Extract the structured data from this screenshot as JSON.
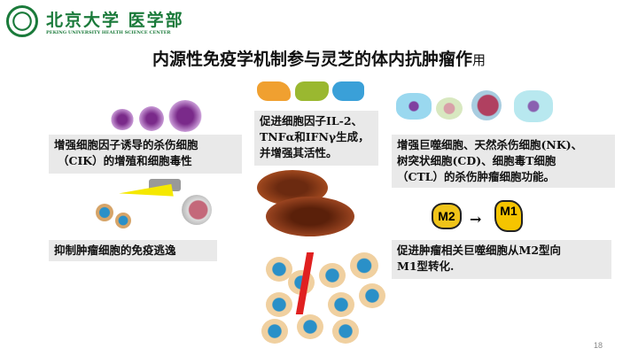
{
  "logo": {
    "cn": "北京大学 医学部",
    "en": "PEKING UNIVERSITY HEALTH SCIENCE CENTER"
  },
  "title": {
    "main": "内源性免疫学机制参与灵芝的体内抗肿瘤作",
    "tail": "用"
  },
  "boxes": {
    "cik": [
      "增强细胞因子诱导的杀伤细胞",
      "（CIK）的增殖和细胞毒性"
    ],
    "escape": "抑制肿瘤细胞的免疫逃逸",
    "cytokine": [
      "促进细胞因子IL-2、",
      "TNFα和IFNγ生成，",
      "并增强其活性。"
    ],
    "killer": [
      "增强巨噬细胞、天然杀伤细胞(NK)、",
      "树突状细胞(CD)、细胞毒T细胞",
      "（CTL）的杀伤肿瘤细胞功能。"
    ],
    "macrophage": [
      "促进肿瘤相关巨噬细胞从M2型向",
      "M1型转化."
    ]
  },
  "m2": "M2",
  "m1": "M1",
  "colors": {
    "box": "#e9e9e9",
    "m2": "#f0c419",
    "m1": "#f5c400",
    "logo": "#1a7a3a"
  },
  "page_number": "18"
}
